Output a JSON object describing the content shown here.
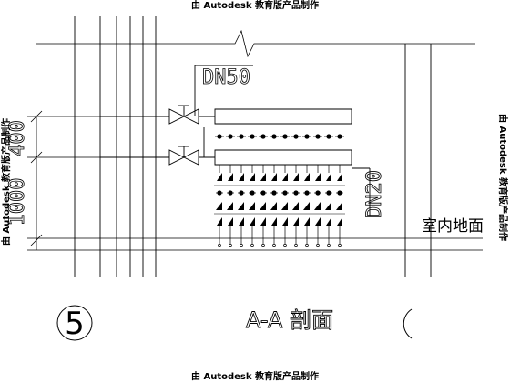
{
  "watermark": {
    "top": "由 Autodesk 教育版产品制作",
    "bottom": "由 Autodesk 教育版产品制作",
    "left": "由 Autodesk 教育版产品制作",
    "right": "由 Autodesk 教育版产品制作"
  },
  "labels": {
    "pipe_main": "DN50",
    "pipe_branch": "DN20",
    "floor": "室内地面",
    "section_title": "A-A 剖面",
    "axis_left": "5"
  },
  "dimensions": {
    "upper": "400",
    "lower": "1000"
  },
  "manifold": {
    "outlet_count": 12
  }
}
